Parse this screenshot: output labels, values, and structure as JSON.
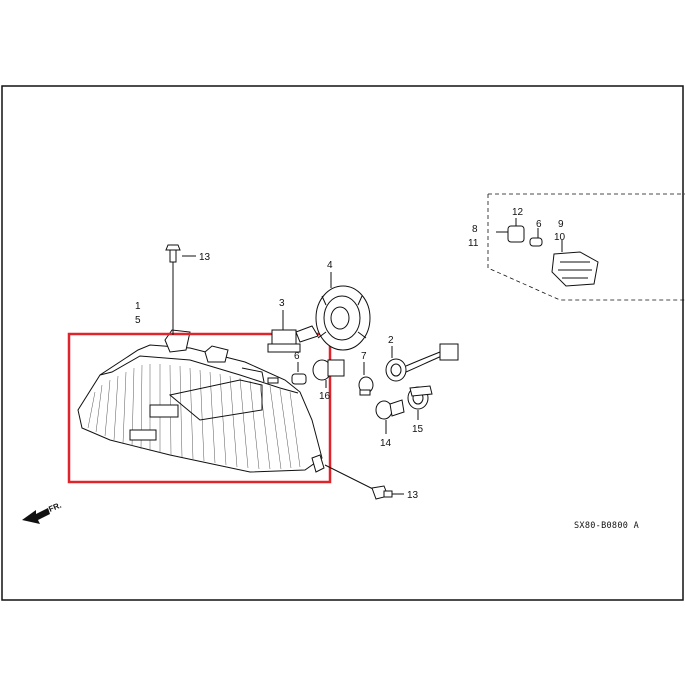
{
  "labels": {
    "l1": "1",
    "l5": "5",
    "l13a": "13",
    "l13b": "13",
    "l3": "3",
    "l4": "4",
    "l6": "6",
    "l16": "16",
    "l7": "7",
    "l2": "2",
    "l14": "14",
    "l15": "15",
    "l8": "8",
    "l11": "11",
    "l12": "12",
    "l6b": "6",
    "l9": "9",
    "l10": "10"
  },
  "direction_label": "FR.",
  "diagram_code": "SX80-B0800 A",
  "colors": {
    "highlight": "#e0242b",
    "line": "#111111"
  }
}
